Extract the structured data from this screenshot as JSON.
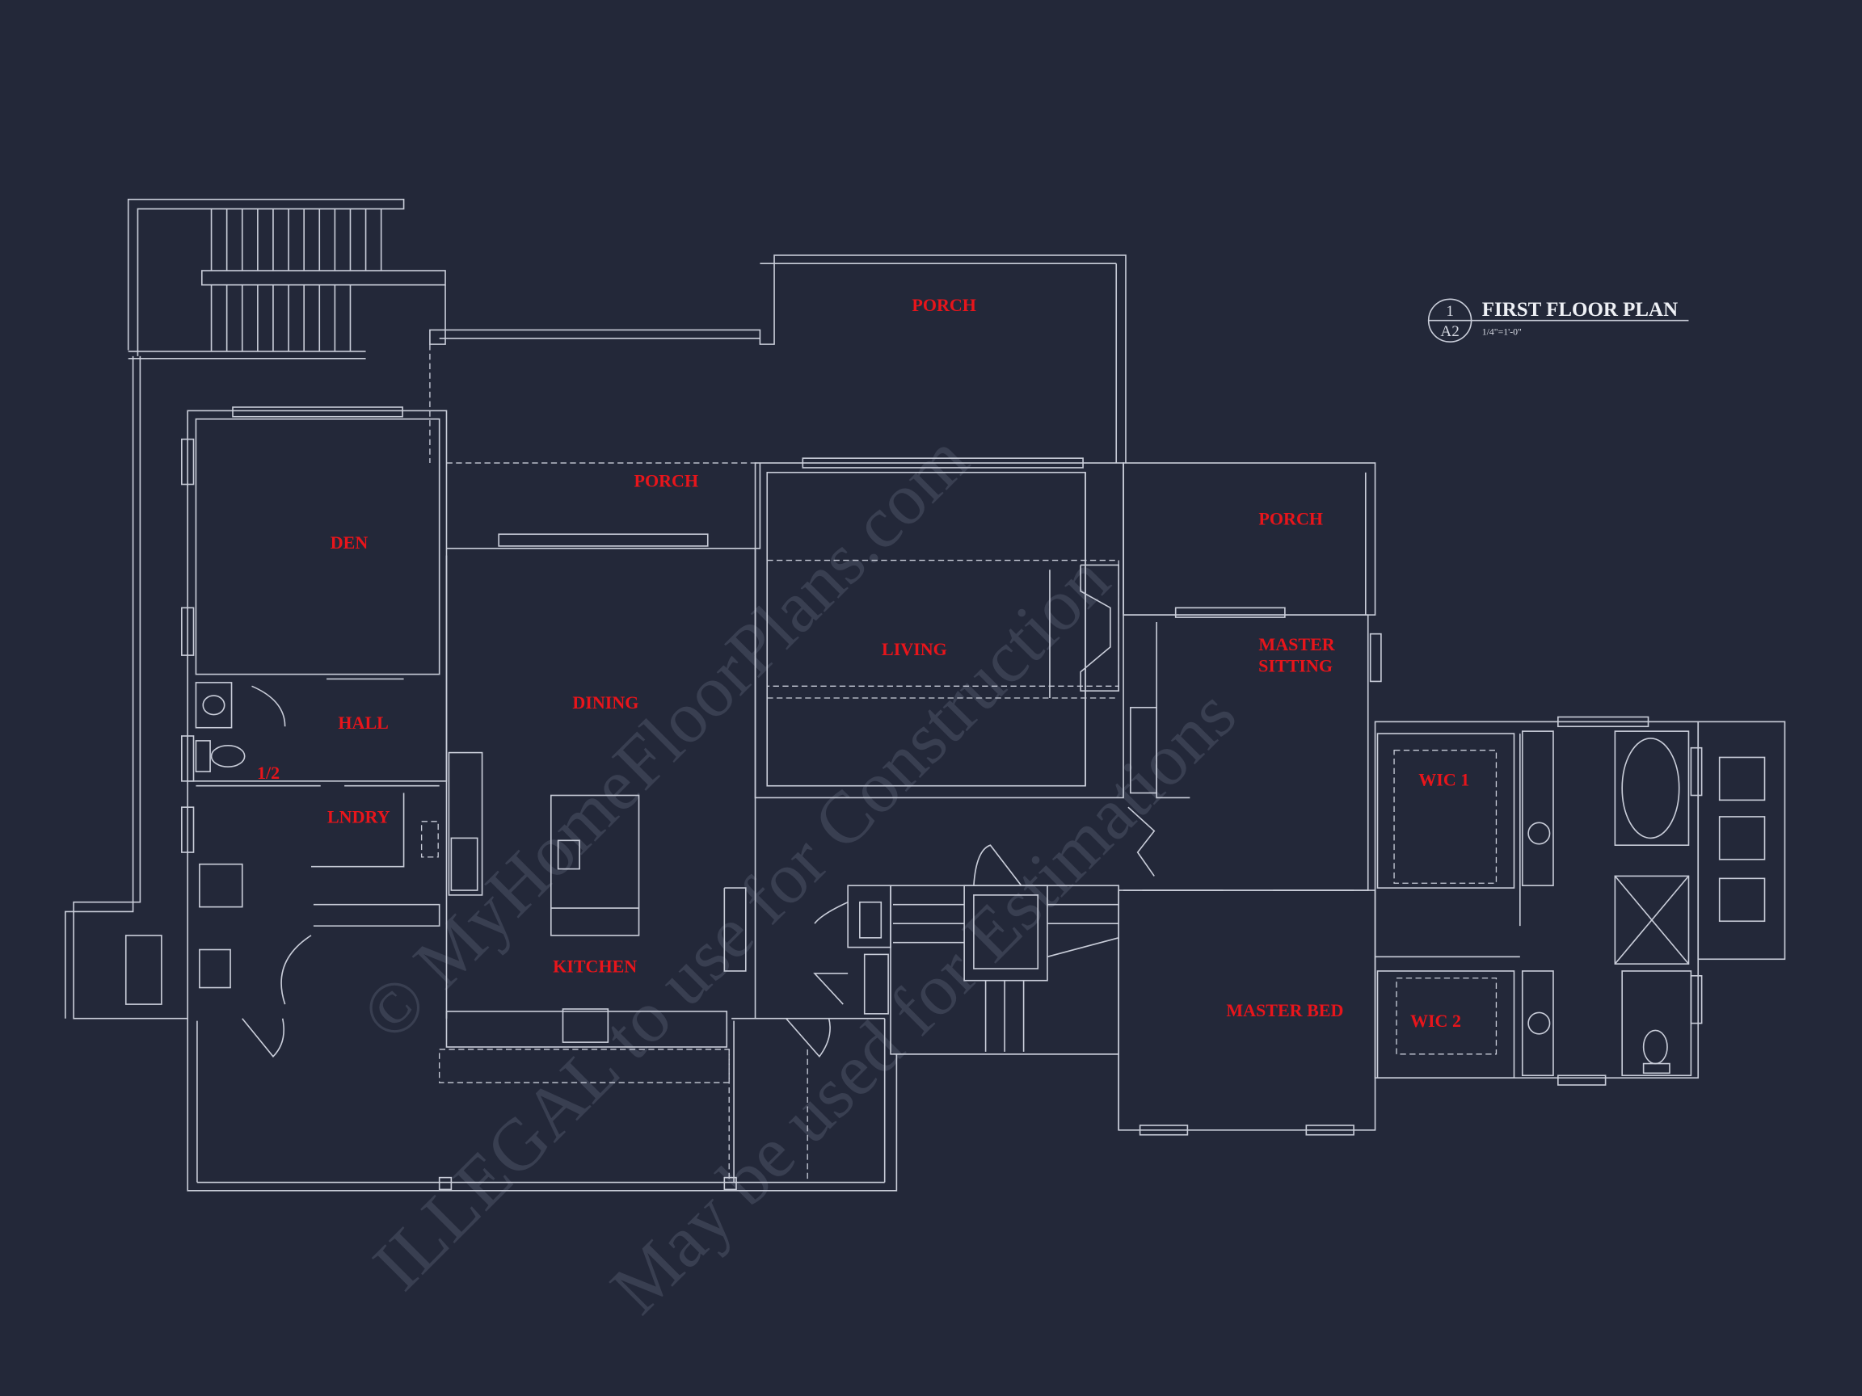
{
  "title_block": {
    "detail_number": "1",
    "sheet_number": "A2",
    "title": "FIRST FLOOR PLAN",
    "scale": "1/4\"=1'-0\""
  },
  "rooms": {
    "porch_top": "PORCH",
    "porch_mid": "PORCH",
    "porch_right": "PORCH",
    "den": "DEN",
    "hall": "HALL",
    "half_bath": "1/2",
    "laundry": "LNDRY",
    "dining": "DINING",
    "kitchen": "KITCHEN",
    "living": "LIVING",
    "master_sitting_1": "MASTER",
    "master_sitting_2": "SITTING",
    "master_bed": "MASTER BED",
    "wic1": "WIC 1",
    "wic2": "WIC 2"
  },
  "watermark": {
    "line1": "© MyHomeFloorPlans.com",
    "line2": "ILLEGAL to use for Construction",
    "line3": "May be used for Estimations"
  },
  "colors": {
    "background": "#232839",
    "lines": "#c9cdd9",
    "room_labels": "#e8151b"
  }
}
